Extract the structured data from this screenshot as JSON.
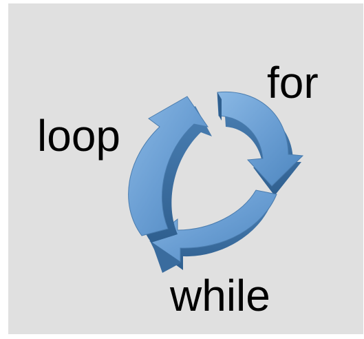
{
  "diagram": {
    "labels": {
      "for": "for",
      "loop": "loop",
      "while": "while"
    },
    "icon": "circular-arrows-cycle-icon",
    "colors": {
      "background": "#e0e0e0",
      "arrow_face": "#6a9ed3",
      "arrow_side": "#3f6f9f",
      "text": "#000000"
    }
  }
}
